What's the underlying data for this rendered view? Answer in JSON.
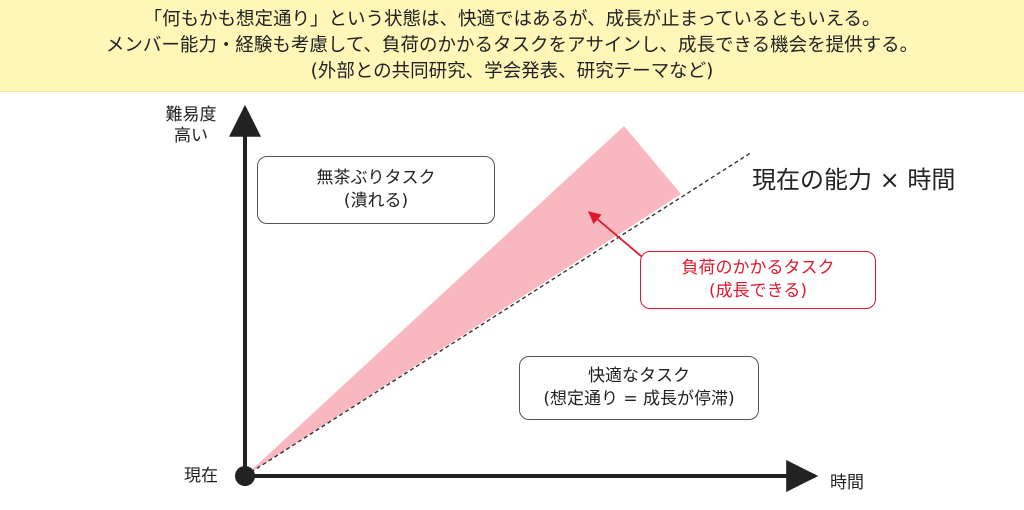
{
  "banner": {
    "line1": "「何もかも想定通り」という状態は、快適ではあるが、成長が止まっているともいえる。",
    "line2": "メンバー能力・経験も考慮して、負荷のかかるタスクをアサインし、成長できる機会を提供する。",
    "line3": "(外部との共同研究、学会発表、研究テーマなど)"
  },
  "axes": {
    "y_label_line1": "難易度",
    "y_label_line2": "高い",
    "x_label": "時間",
    "origin_label": "現在"
  },
  "capability_line_label": "現在の能力 × 時間",
  "boxes": {
    "reckless": {
      "line1": "無茶ぶりタスク",
      "line2": "(潰れる)"
    },
    "stretch": {
      "line1": "負荷のかかるタスク",
      "line2": "(成長できる)"
    },
    "comfort": {
      "line1": "快適なタスク",
      "line2": "(想定通り = 成長が停滞)"
    }
  },
  "colors": {
    "banner_bg": "#fff6b8",
    "stretch_zone": "#f9b7c0",
    "accent_red": "#e0182d",
    "axis": "#222222"
  }
}
